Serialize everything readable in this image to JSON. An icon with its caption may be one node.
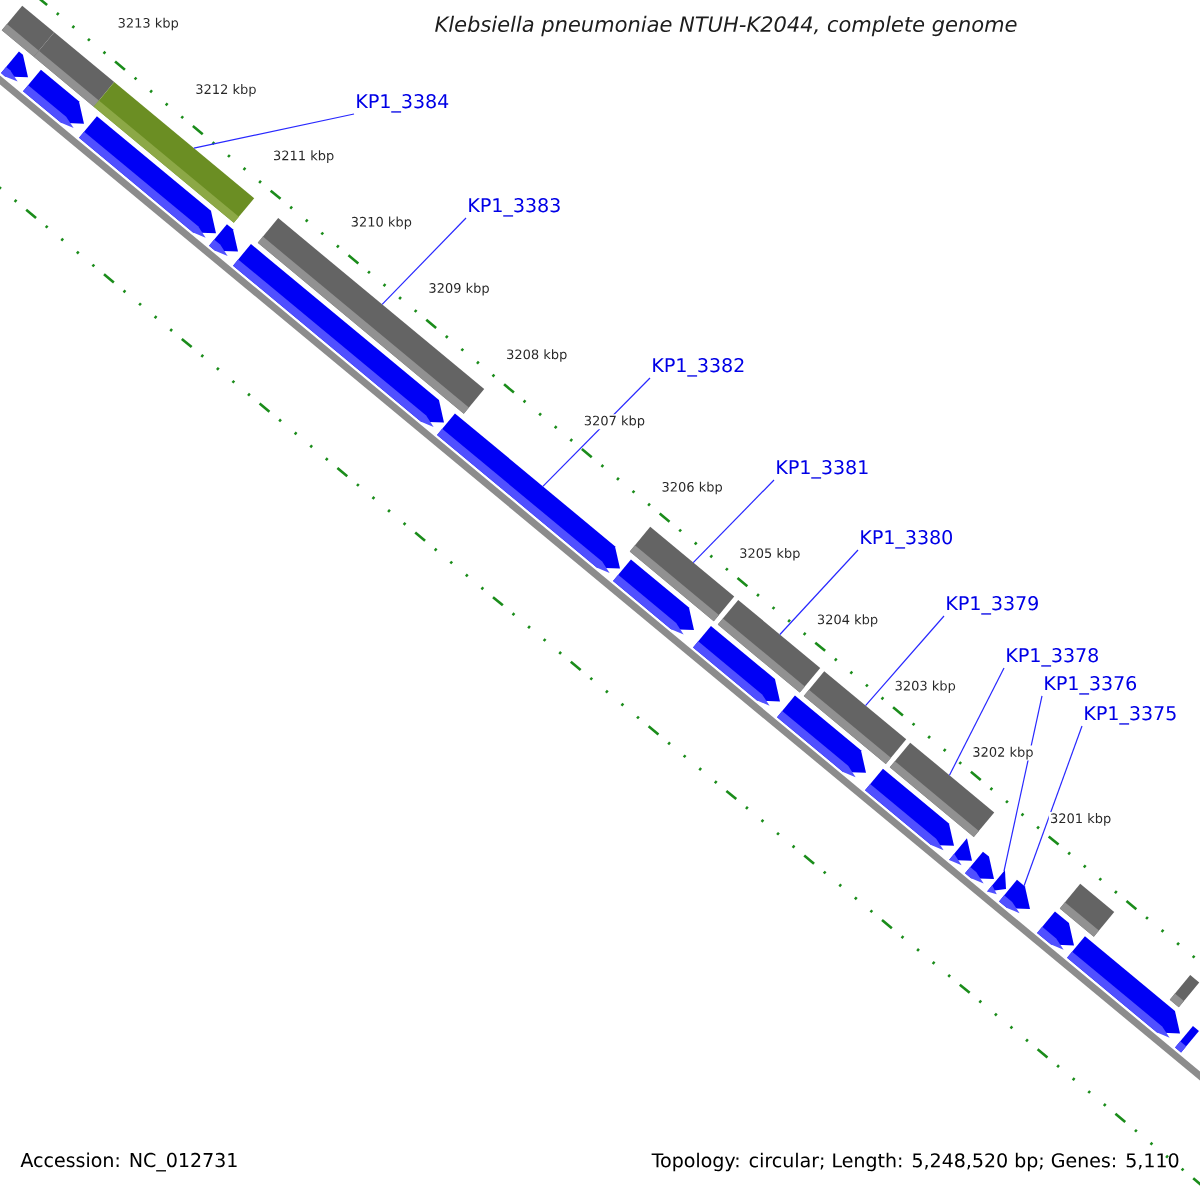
{
  "diagram": {
    "title": "Klebsiella pneumoniae NTUH-K2044, complete genome",
    "nodes": [
      {
        "text": [
          "KP1_3384"
        ]
      },
      {
        "text": [
          "KP1_3383"
        ]
      },
      {
        "text": [
          "KP1_3382"
        ]
      },
      {
        "text": [
          "KP1_3381"
        ]
      },
      {
        "text": [
          "KP1_3380"
        ]
      },
      {
        "text": [
          "KP1_3379"
        ]
      },
      {
        "text": [
          "KP1_3378"
        ]
      },
      {
        "text": [
          "KP1_3376"
        ]
      },
      {
        "text": [
          "KP1_3375"
        ]
      },
      {
        "text": [],
        "shape": "bar"
      },
      {
        "text": [],
        "shape": "pentagon"
      },
      {
        "text": [],
        "shape": "pentagon"
      },
      {
        "text": [],
        "shape": "bar"
      },
      {
        "text": [],
        "shape": "pentagon"
      },
      {
        "text": [],
        "shape": "bar"
      },
      {
        "text": [],
        "shape": "pentagon"
      },
      {
        "text": [],
        "shape": "pentagon"
      },
      {
        "text": [],
        "shape": "bar"
      },
      {
        "text": [],
        "shape": "pentagon"
      },
      {
        "text": [],
        "shape": "pentagon"
      },
      {
        "text": [],
        "shape": "bar"
      },
      {
        "text": [],
        "shape": "pentagon"
      },
      {
        "text": [],
        "shape": "bar"
      },
      {
        "text": [],
        "shape": "pentagon"
      },
      {
        "text": [],
        "shape": "bar"
      },
      {
        "text": [],
        "shape": "pentagon"
      },
      {
        "text": [],
        "shape": "bar"
      },
      {
        "text": [],
        "shape": "pentagon"
      },
      {
        "text": [],
        "shape": "pentagon"
      },
      {
        "text": [],
        "shape": "pentagon"
      },
      {
        "text": [],
        "shape": "pentagon"
      },
      {
        "text": [],
        "shape": "pentagon"
      },
      {
        "text": [],
        "shape": "bar"
      },
      {
        "text": [],
        "shape": "pentagon"
      },
      {
        "text": [],
        "shape": "bar"
      },
      {
        "text": [],
        "shape": "pentagon"
      }
    ],
    "edges": [
      {
        "from": 0,
        "to": 14,
        "arrow": "none"
      },
      {
        "from": 1,
        "to": 17,
        "arrow": "none"
      },
      {
        "from": 2,
        "to": 18,
        "arrow": "none"
      },
      {
        "from": 3,
        "to": 20,
        "arrow": "none"
      },
      {
        "from": 4,
        "to": 22,
        "arrow": "none"
      },
      {
        "from": 5,
        "to": 24,
        "arrow": "none"
      },
      {
        "from": 6,
        "to": 26,
        "arrow": "none"
      },
      {
        "from": 7,
        "to": 29,
        "arrow": "none"
      },
      {
        "from": 8,
        "to": 30,
        "arrow": "none"
      }
    ],
    "labels": [
      "3213 kbp",
      "3212 kbp",
      "3211 kbp",
      "3210 kbp",
      "3209 kbp",
      "3208 kbp",
      "3207 kbp",
      "3206 kbp",
      "3205 kbp",
      "3204 kbp",
      "3203 kbp",
      "3202 kbp",
      "3201 kbp",
      "Accession: NC_012731",
      "Topology: circular; Length: 5,248,520 bp; Genes: 5,110"
    ]
  }
}
